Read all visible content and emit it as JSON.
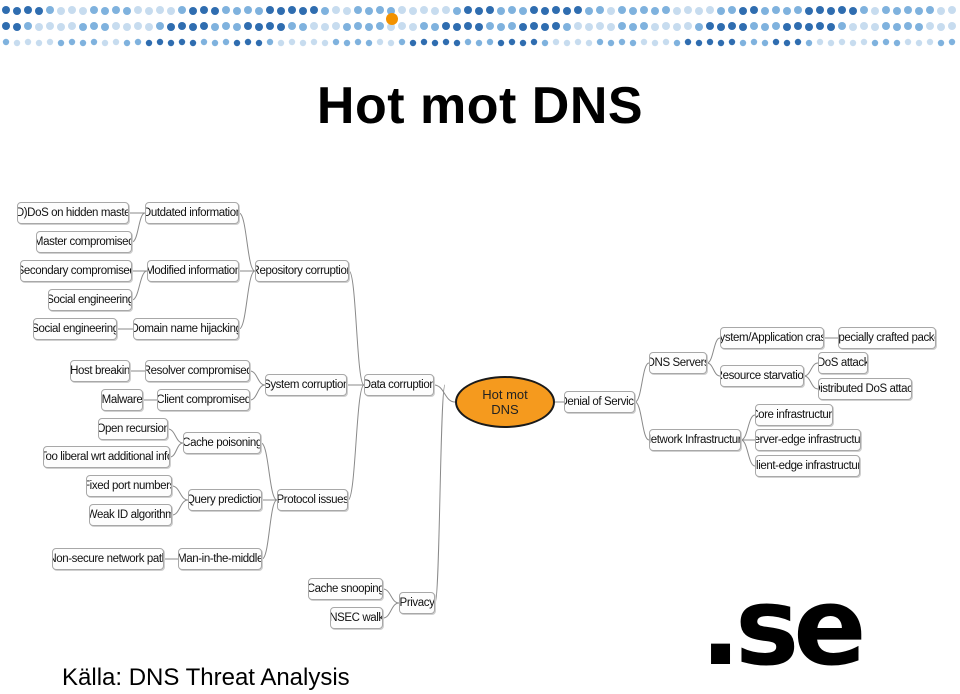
{
  "header": {
    "dot_colors": [
      "#2f6db0",
      "#7fb2de",
      "#c7dcef"
    ],
    "accent_color": "#f39200"
  },
  "title": "Hot mot DNS",
  "center": {
    "line1": "Hot mot",
    "line2": "DNS",
    "color": "#f59a1e"
  },
  "nodes": {
    "dos_hidden_master": "(D)DoS on hidden master",
    "master_compromised": "Master compromised",
    "secondary_compromised": "Secondary compromised",
    "social_engineering_1": "Social engineering",
    "social_engineering_2": "Social engineering",
    "outdated_information": "Outdated information",
    "modified_information": "Modified information",
    "domain_name_hijacking": "Domain name hijacking",
    "repository_corruption": "Repository corruption",
    "host_breakin": "Host breakin",
    "malware": "Malware",
    "resolver_compromised": "Resolver compromised",
    "client_compromised": "Client compromised",
    "system_corruption": "System corruption",
    "open_recursion": "Open recursion",
    "too_liberal": "Too liberal wrt additional info",
    "cache_poisoning": "Cache poisoning",
    "fixed_port_numbers": "Fixed port numbers",
    "weak_id_algorithm": "Weak ID algorithm",
    "query_prediction": "Query prediction",
    "protocol_issues": "Protocol issues",
    "non_secure_path": "Non-secure network path",
    "man_in_the_middle": "Man-in-the-middle",
    "data_corruption": "Data corruption",
    "cache_snooping": "Cache snooping",
    "nsec_walk": "NSEC walk",
    "privacy": "Privacy",
    "denial_of_service": "Denial of Service",
    "dns_servers": "DNS Servers",
    "network_infrastructure": "Network Infrastructure",
    "system_application_crash": "System/Application crash",
    "specially_crafted_packet": "Specially crafted packet",
    "resource_starvation": "Resource starvation",
    "dos_attack": "DoS attack",
    "distributed_dos_attack": "Distributed DoS attack",
    "core_infrastructure": "Core infrastructure",
    "server_edge_infrastructure": "Server-edge infrastructure",
    "client_edge_infrastructure": "Client-edge infrastructure"
  },
  "source": "Källa: DNS Threat Analysis",
  "logo": {
    "text": ".se",
    "color": "#000000"
  }
}
